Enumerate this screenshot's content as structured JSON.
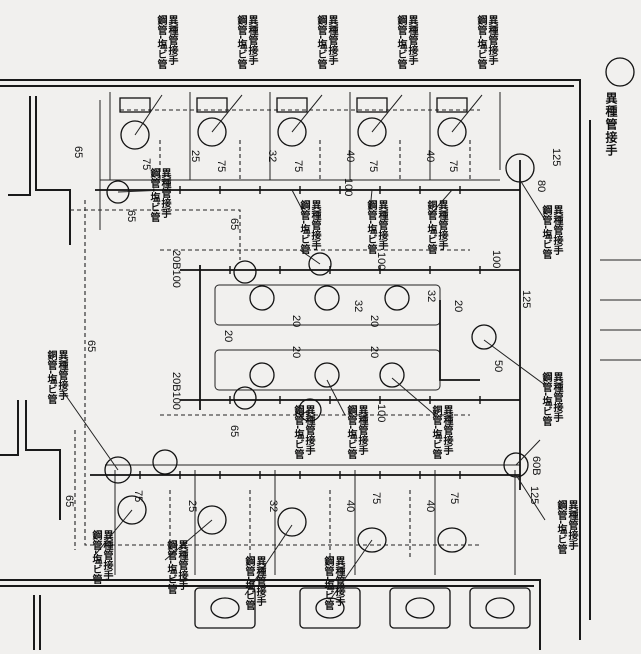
{
  "legend": {
    "symbol_label": "異種管接手"
  },
  "labels": {
    "joint": "異種管接手",
    "pipe_conversion": "鋼管-塩ビ管",
    "pipe_conversion_alt": "銅管-塩ビ管",
    "floor_drain_1": "20B100",
    "floor_drain_2": "20B100"
  },
  "dims": {
    "d65": "65",
    "d75": "75",
    "d25": "25",
    "d32": "32",
    "d40": "40",
    "d100": "100",
    "d125": "125",
    "d80": "80",
    "d50": "50",
    "d20": "20",
    "d60B": "60B"
  },
  "colors": {
    "line": "#111111",
    "background": "#f1f0ee"
  }
}
